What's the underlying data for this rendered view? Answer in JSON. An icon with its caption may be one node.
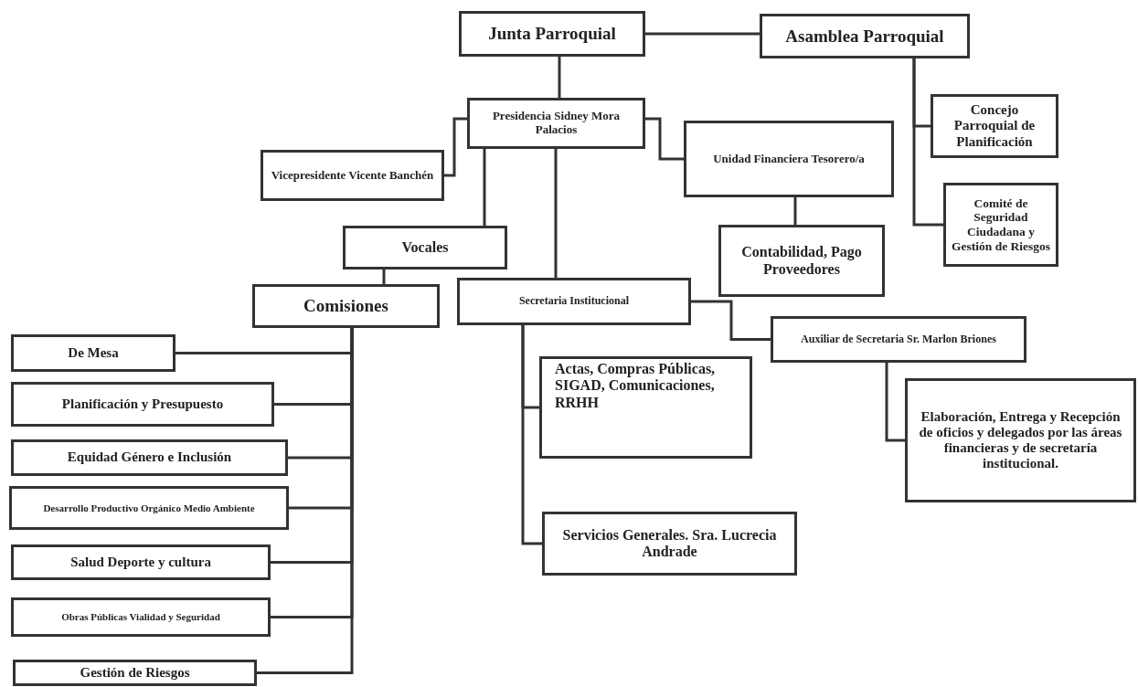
{
  "diagram": {
    "nodes": [
      {
        "text": [
          "Junta Parroquial"
        ]
      },
      {
        "text": [
          "Asamblea Parroquial"
        ]
      },
      {
        "text": [
          "Presidencia Sidney Mora Palacios"
        ]
      },
      {
        "text": [
          "Vicepresidente Vicente Banchén"
        ]
      },
      {
        "text": [
          "Unidad Financiera Tesorero/a"
        ]
      },
      {
        "text": [
          "Concejo Parroquial de Planificación"
        ]
      },
      {
        "text": [
          "Comité de Seguridad Ciudadana y Gestión de Riesgos"
        ]
      },
      {
        "text": [
          "Contabilidad, Pago Proveedores"
        ]
      },
      {
        "text": [
          "Vocales"
        ]
      },
      {
        "text": [
          "Comisiones"
        ]
      },
      {
        "text": [
          "Secretaria Institucional"
        ]
      },
      {
        "text": [
          "Auxiliar de Secretaria Sr. Marlon Briones"
        ]
      },
      {
        "text": [
          "Elaboración, Entrega y Recepción de oficios y delegados por las áreas financieras y de secretaría institucional."
        ]
      },
      {
        "text": [
          "Actas, Compras Públicas, SIGAD, Comunicaciones, RRHH"
        ]
      },
      {
        "text": [
          "Servicios Generales. Sra. Lucrecia Andrade"
        ]
      },
      {
        "text": [
          "De Mesa"
        ]
      },
      {
        "text": [
          "Planificación y Presupuesto"
        ]
      },
      {
        "text": [
          "Equidad Género e Inclusión"
        ]
      },
      {
        "text": [
          "Desarrollo Productivo Orgánico Medio Ambiente"
        ]
      },
      {
        "text": [
          "Salud Deporte y cultura"
        ]
      },
      {
        "text": [
          "Obras Públicas Vialidad y Seguridad"
        ]
      },
      {
        "text": [
          "Gestión de Riesgos"
        ]
      }
    ],
    "edges": [
      {
        "from": 0,
        "to": 1,
        "arrow": "none"
      },
      {
        "from": 0,
        "to": 2,
        "arrow": "none"
      },
      {
        "from": 2,
        "to": 3,
        "arrow": "none"
      },
      {
        "from": 2,
        "to": 4,
        "arrow": "none"
      },
      {
        "from": 2,
        "to": 8,
        "arrow": "none"
      },
      {
        "from": 2,
        "to": 10,
        "arrow": "none"
      },
      {
        "from": 1,
        "to": 5,
        "arrow": "none"
      },
      {
        "from": 1,
        "to": 6,
        "arrow": "none"
      },
      {
        "from": 4,
        "to": 7,
        "arrow": "none"
      },
      {
        "from": 8,
        "to": 9,
        "arrow": "none"
      },
      {
        "from": 9,
        "to": 15,
        "arrow": "none"
      },
      {
        "from": 9,
        "to": 16,
        "arrow": "none"
      },
      {
        "from": 9,
        "to": 17,
        "arrow": "none"
      },
      {
        "from": 9,
        "to": 18,
        "arrow": "none"
      },
      {
        "from": 9,
        "to": 19,
        "arrow": "none"
      },
      {
        "from": 9,
        "to": 20,
        "arrow": "none"
      },
      {
        "from": 9,
        "to": 21,
        "arrow": "none"
      },
      {
        "from": 10,
        "to": 11,
        "arrow": "none"
      },
      {
        "from": 10,
        "to": 13,
        "arrow": "none"
      },
      {
        "from": 10,
        "to": 14,
        "arrow": "none"
      },
      {
        "from": 11,
        "to": 12,
        "arrow": "none"
      }
    ]
  }
}
